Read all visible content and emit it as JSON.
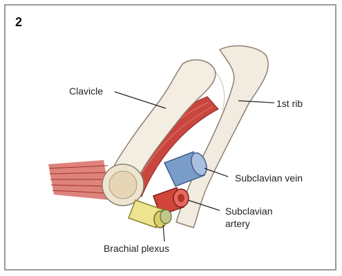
{
  "panel_number": "2",
  "labels": {
    "clavicle": "Clavicle",
    "first_rib": "1st rib",
    "subclavian_vein": "Subclavian vein",
    "subclavian_artery_line1": "Subclavian",
    "subclavian_artery_line2": "artery",
    "brachial_plexus": "Brachial plexus"
  },
  "colors": {
    "bone": "#f3ece1",
    "bone_outline": "#8a7f70",
    "muscle": "#c9463f",
    "vein": "#7a9cc8",
    "artery": "#d2453a",
    "nerve": "#e4e08a",
    "frame": "#9a9a9a"
  }
}
